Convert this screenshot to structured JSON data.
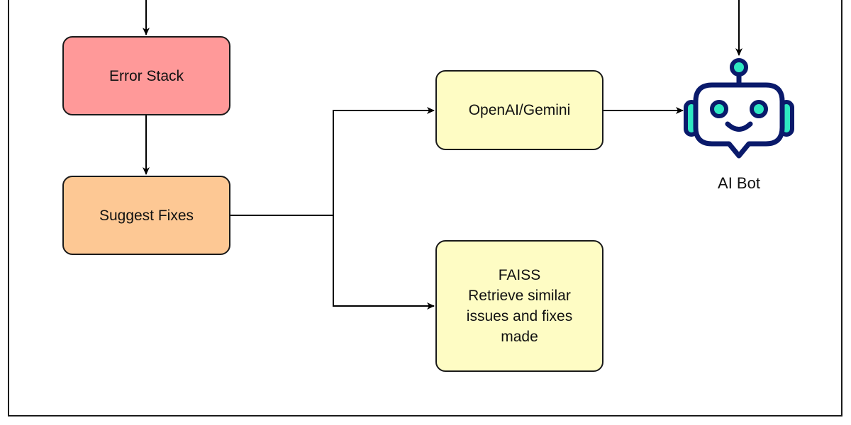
{
  "nodes": {
    "error_stack": {
      "label": "Error Stack",
      "color": "#ff9999"
    },
    "suggest_fixes": {
      "label": "Suggest Fixes",
      "color": "#fdc894"
    },
    "openai_gemini": {
      "label": "OpenAI/Gemini",
      "color": "#fefcc4"
    },
    "faiss": {
      "lines": [
        "FAISS",
        "Retrieve similar",
        "issues and fixes",
        "made"
      ],
      "color": "#fefcc4"
    }
  },
  "bot": {
    "label": "AI Bot",
    "icon": "robot-icon",
    "outline_color": "#0a1a6b",
    "accent_color": "#2ee8c2"
  },
  "edges": [
    {
      "from": "top",
      "to": "error_stack"
    },
    {
      "from": "error_stack",
      "to": "suggest_fixes"
    },
    {
      "from": "suggest_fixes",
      "to": "openai_gemini"
    },
    {
      "from": "suggest_fixes",
      "to": "faiss"
    },
    {
      "from": "openai_gemini",
      "to": "bot"
    },
    {
      "from": "top",
      "to": "bot"
    }
  ],
  "line_color": "#000000"
}
